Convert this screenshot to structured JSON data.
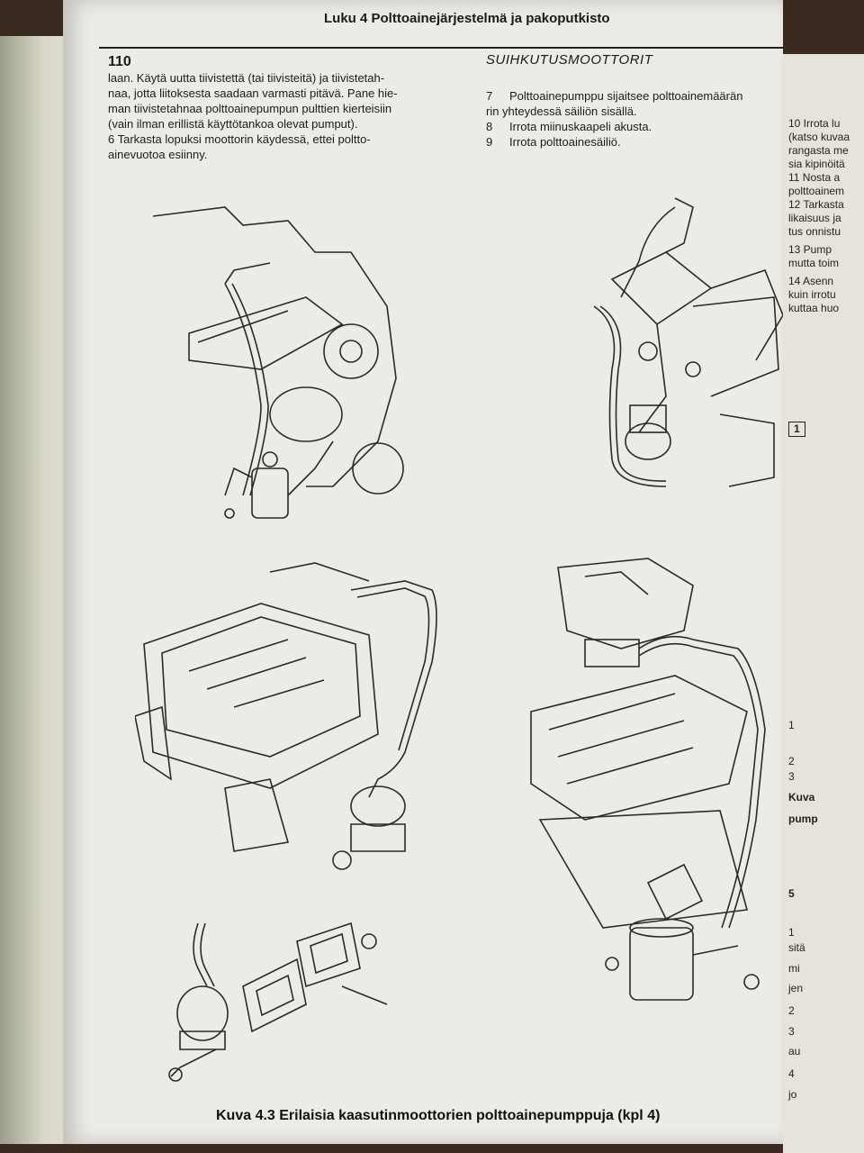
{
  "header": {
    "chapter": "Luku 4  Polttoainejärjestelmä ja pakoputkisto",
    "page_number": "110",
    "section": "SUIHKUTUSMOOTTORIT"
  },
  "left_column": {
    "lines": [
      "laan. Käytä uutta tiivistettä (tai tiivisteitä) ja tiivistetah-",
      "naa, jotta liitoksesta saadaan varmasti pitävä. Pane hie-",
      "man tiivistetahnaa polttoainepumpun pulttien kierteisiin",
      "(vain ilman erillistä käyttötankoa olevat pumput).",
      "6   Tarkasta lopuksi moottorin käydessä, ettei poltto-",
      "ainevuotoa esiinny."
    ]
  },
  "mid_column": {
    "steps": [
      {
        "n": "7",
        "text": "Polttoainepumppu sijaitsee polttoainemäärän",
        "cont": "rin yhteydessä säiliön sisällä."
      },
      {
        "n": "8",
        "text": "Irrota miinuskaapeli akusta."
      },
      {
        "n": "9",
        "text": "Irrota polttoainesäiliö."
      }
    ]
  },
  "right_page": {
    "lines": [
      "10  Irrota lu",
      "(katso kuvaa",
      "rangasta me",
      "sia kipinöitä",
      "11  Nosta a",
      "polttoainem",
      "12  Tarkasta",
      "likaisuus ja",
      "tus onnistu",
      "13  Pump",
      "mutta toim",
      "14  Asenn",
      "kuin irrotu",
      "kuttaa huo"
    ],
    "lower": [
      "1",
      "2",
      "3",
      "Kuva",
      "pump",
      "5",
      "1",
      "sitä",
      "mi",
      "jen",
      "2",
      "3",
      "au",
      "4",
      "jo"
    ]
  },
  "figure_badge": "1",
  "caption": "Kuva 4.3  Erilaisia kaasutinmoottorien polttoainepumppuja (kpl 4)"
}
